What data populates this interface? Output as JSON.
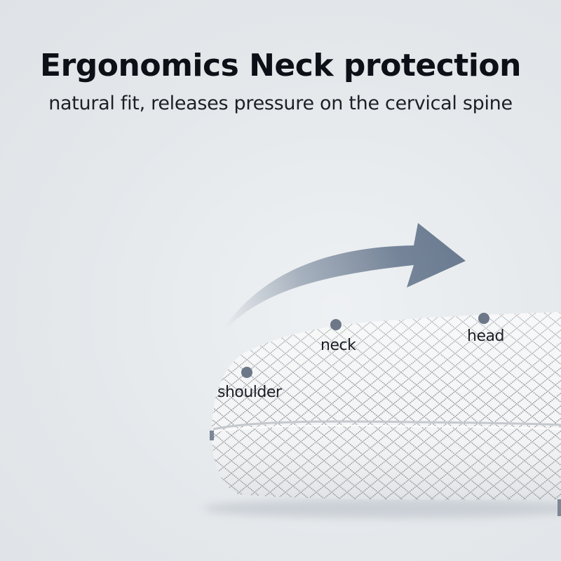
{
  "headline": "Ergonomics Neck protection",
  "subline": "natural fit, releases pressure on the cervical spine",
  "labels": {
    "neck": "neck",
    "head": "head",
    "shoulder": "shoulder"
  },
  "colors": {
    "background": "#e4e8eb",
    "arrow": "#6f7f94",
    "marker": "#6c7788",
    "pattern": "#8a8d93",
    "pillow": "#f4f5f6",
    "text": "#0d1017"
  },
  "icons": {
    "arrow": "curved-arrow-icon",
    "marker": "dot-marker-icon"
  }
}
